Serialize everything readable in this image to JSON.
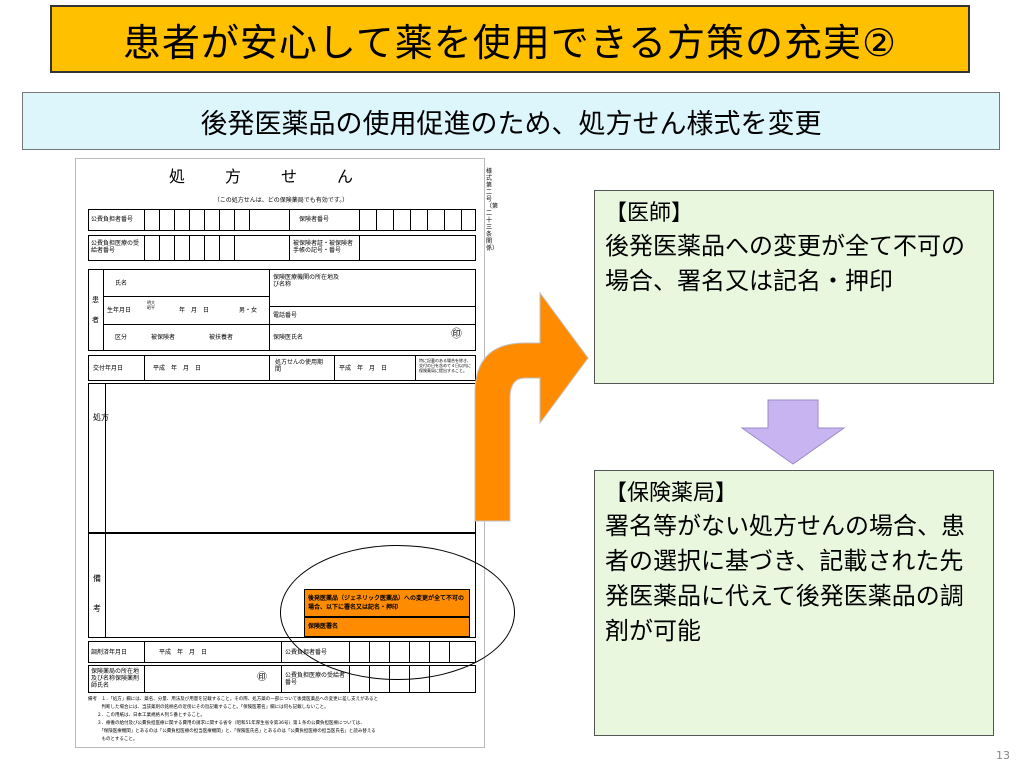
{
  "title": "患者が安心して薬を使用できる方策の充実②",
  "subtitle": "後発医薬品の使用促進のため、処方せん様式を変更",
  "form": {
    "title": "処方せん",
    "note": "（この処方せんは、どの保険薬局でも有効です。）",
    "side_label": "様式第二号（第二十三条関係）",
    "rows": {
      "public_payer": "公費負担者番号",
      "insurer": "保険者番号",
      "public_recipient": "公費負担医療の受給者番号",
      "insured_card": "被保険者証・被保険者手帳の記号・番号",
      "patient": "患者",
      "name": "氏名",
      "birth": "生年月日",
      "era": "明大昭平",
      "ymd": "年　月　日",
      "sex": "男・女",
      "category": "区分",
      "insured_person": "被保険者",
      "dependent": "被扶養者",
      "institution": "保険医療機関の所在地及び名称",
      "phone": "電話番号",
      "doctor": "保険医氏名",
      "seal": "㊞",
      "issue_date": "交付年月日",
      "heisei_date": "平成　年　月　日",
      "valid_period": "処方せんの使用期間",
      "valid_note": "特に記載のある場合を除き、交付の日を含めて４日以内に保険薬局に提出すること。",
      "prescription": "処方",
      "remarks": "備考",
      "dispense_date": "調剤済年月日",
      "pharmacy": "保険薬局の所在地及び名称保険薬剤師氏名",
      "public_payer2": "公費負担者番号",
      "public_recipient2": "公費負担医療の受給者番号"
    },
    "generic_box": "後発医薬品（ジェネリック医薬品）への変更が全て不可の場合、以下に署名又は記名・押印",
    "doctor_sign": "保険医署名",
    "footnotes": [
      "備考　１．「処方」欄には、薬名、分量、用法及び用量を記載すること。その際、処方薬の一部について後発医薬品への変更に差し支えがあると",
      "　　　判断した場合には、当該薬剤の銘柄名の近傍にその旨記載すること。「保険医署名」欄には何も記載しないこと。",
      "　　２．この用紙は、日本工業規格Ａ列５番とすること。",
      "　　３．療養の給付及び公費負担医療に関する費用の請求に関する省令（昭和51年厚生省令第36号）第１条の公費負担医療については、",
      "　　　「保険医療機関」とあるのは「公費負担医療の担当医療機関」と、「保険医氏名」とあるのは「公費負担医療の担当医氏名」と読み替える",
      "　　　ものとすること。"
    ]
  },
  "box1": {
    "head": "【医師】",
    "body": "後発医薬品への変更が全て不可の場合、署名又は記名・押印"
  },
  "box2": {
    "head": "【保険薬局】",
    "body": "署名等がない処方せんの場合、患者の選択に基づき、記載された先発医薬品に代えて後発医薬品の調剤が可能"
  },
  "page_number": "13",
  "colors": {
    "title_bg": "#ffc000",
    "subtitle_bg": "#dcf6fb",
    "box_bg": "#eaf7df",
    "arrow_orange": "#ff8c00",
    "arrow_purple": "#c9b4f2"
  }
}
